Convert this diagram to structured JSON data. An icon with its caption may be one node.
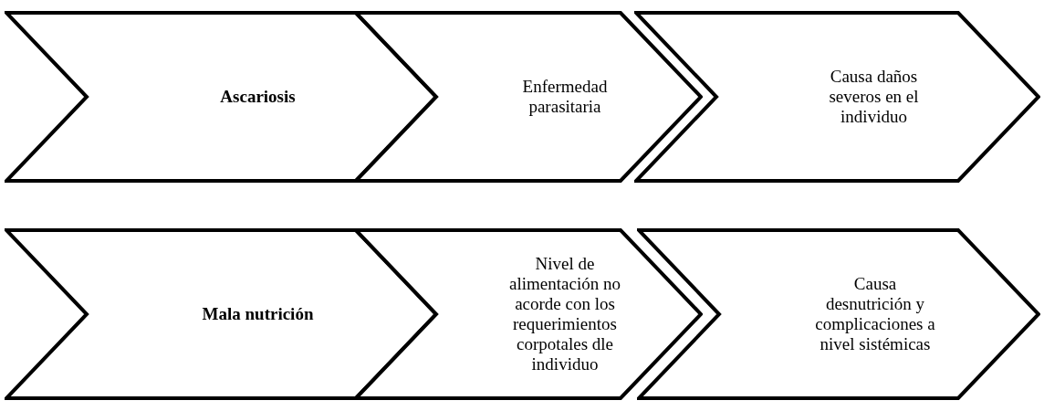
{
  "diagram": {
    "nodes": [
      {
        "text": [
          "Ascariosis"
        ]
      },
      {
        "text": [
          "Enfermedad parasitaria"
        ]
      },
      {
        "text": [
          "Causa daños severos en el individuo"
        ]
      },
      {
        "text": [
          "Mala nutrición"
        ]
      },
      {
        "text": [
          "Nivel de alimentación no acorde con los requerimientos corpotales dle individuo"
        ]
      },
      {
        "text": [
          "Causa desnutrición y complicaciones a nivel sistémicas"
        ]
      }
    ]
  }
}
